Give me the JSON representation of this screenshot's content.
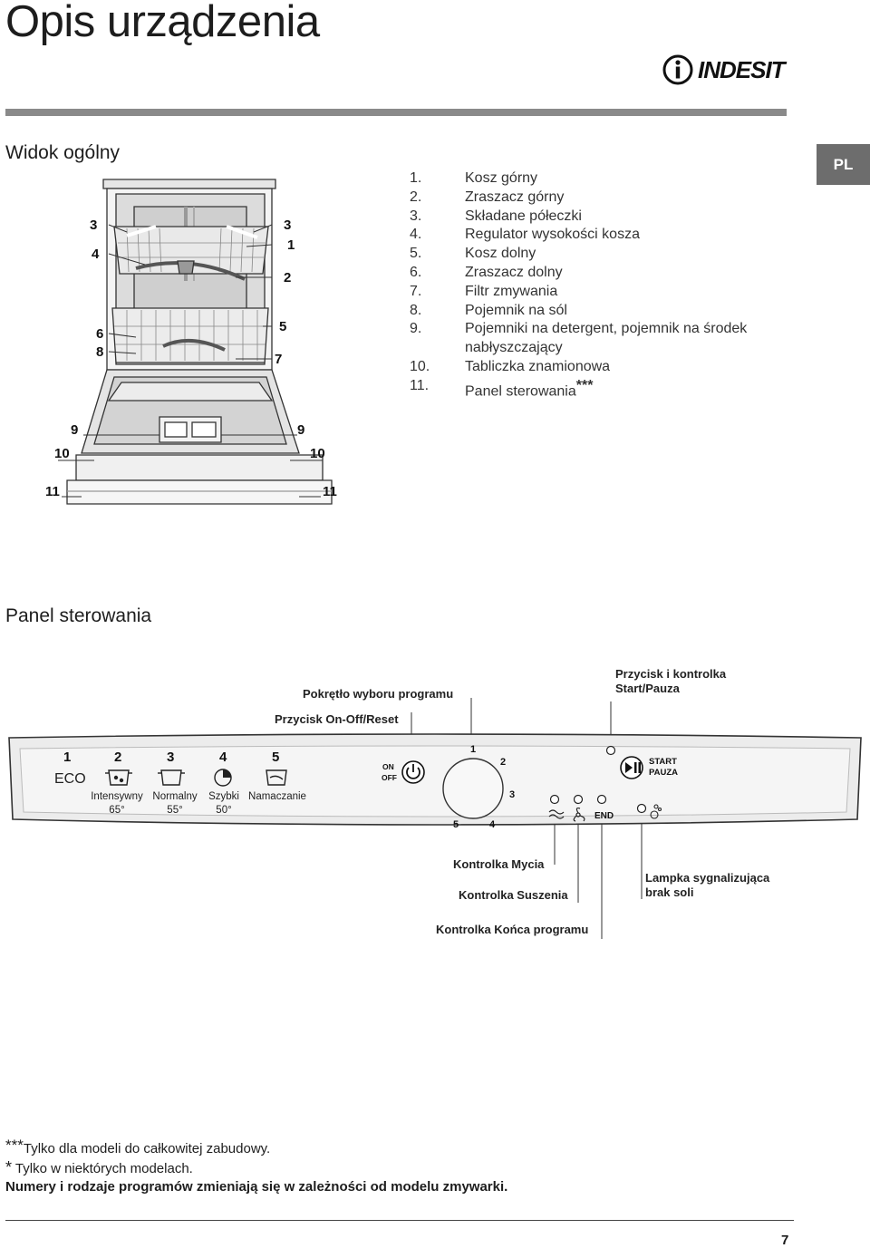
{
  "page": {
    "title": "Opis urządzenia",
    "brand": "INDESIT",
    "language_tab": "PL",
    "page_number": "7"
  },
  "general_view": {
    "heading": "Widok ogólny",
    "parts": [
      {
        "num": "1.",
        "label": "Kosz górny"
      },
      {
        "num": "2.",
        "label": "Zraszacz górny"
      },
      {
        "num": "3.",
        "label": "Składane półeczki"
      },
      {
        "num": "4.",
        "label": "Regulator wysokości kosza"
      },
      {
        "num": "5.",
        "label": "Kosz dolny"
      },
      {
        "num": "6.",
        "label": "Zraszacz dolny"
      },
      {
        "num": "7.",
        "label": "Filtr zmywania"
      },
      {
        "num": "8.",
        "label": "Pojemnik na sól"
      },
      {
        "num": "9.",
        "label": "Pojemniki na detergent, pojemnik na środek nabłyszczający"
      },
      {
        "num": "10.",
        "label": "Tabliczka znamionowa"
      },
      {
        "num": "11.",
        "label": "Panel sterowania",
        "suffix": "***"
      }
    ],
    "diagram_labels": {
      "l3": "3",
      "l4": "4",
      "l6": "6",
      "l8": "8",
      "r3": "3",
      "r1": "1",
      "r2": "2",
      "r5": "5",
      "r7": "7",
      "l9": "9",
      "r9": "9",
      "l10": "10",
      "r10": "10",
      "l11": "11",
      "r11": "11"
    }
  },
  "control_panel": {
    "heading": "Panel sterowania",
    "callouts": {
      "program_knob": "Pokrętło wyboru programu",
      "on_off_reset": "Przycisk On-Off/Reset",
      "start_pause_line1": "Przycisk i kontrolka",
      "start_pause_line2": "Start/Pauza",
      "wash_light": "Kontrolka Mycia",
      "dry_light": "Kontrolka Suszenia",
      "end_light": "Kontrolka Końca programu",
      "salt_light_line1": "Lampka sygnalizująca",
      "salt_light_line2": "brak soli"
    },
    "programs": [
      {
        "num": "1",
        "icon_text": "ECO",
        "name": "",
        "temp": ""
      },
      {
        "num": "2",
        "icon_text": "",
        "name": "Intensywny",
        "temp": "65°"
      },
      {
        "num": "3",
        "icon_text": "",
        "name": "Normalny",
        "temp": "55°"
      },
      {
        "num": "4",
        "icon_text": "",
        "name": "Szybki",
        "temp": "50°"
      },
      {
        "num": "5",
        "icon_text": "",
        "name": "Namaczanie",
        "temp": ""
      }
    ],
    "on_label": "ON",
    "off_label": "OFF",
    "knob_numbers": [
      "1",
      "2",
      "3",
      "4",
      "5"
    ],
    "start_label": "START",
    "pause_label": "PAUZA",
    "end_label": "END"
  },
  "footnotes": {
    "line1_mark": "***",
    "line1_text": "Tylko dla modeli do całkowitej zabudowy.",
    "line2_mark": "*",
    "line2_text": " Tylko w niektórych modelach.",
    "line3": "Numery i rodzaje programów zmieniają się w zależności od modelu zmywarki."
  }
}
